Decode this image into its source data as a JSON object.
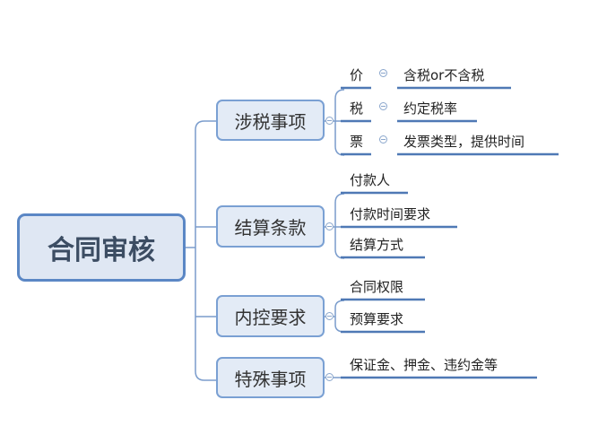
{
  "root": {
    "label": "合同审核"
  },
  "branches": [
    {
      "label": "涉税事项",
      "children": [
        {
          "label": "价",
          "value": "含税or不含税"
        },
        {
          "label": "税",
          "value": "约定税率"
        },
        {
          "label": "票",
          "value": "发票类型，提供时间"
        }
      ]
    },
    {
      "label": "结算条款",
      "children": [
        {
          "label": "付款人"
        },
        {
          "label": "付款时间要求"
        },
        {
          "label": "结算方式"
        }
      ]
    },
    {
      "label": "内控要求",
      "children": [
        {
          "label": "合同权限"
        },
        {
          "label": "预算要求"
        }
      ]
    },
    {
      "label": "特殊事项",
      "children": [
        {
          "label": "保证金、押金、违约金等"
        }
      ]
    }
  ],
  "colors": {
    "connector": "#7a9ccc",
    "underline": "#4f79b5",
    "node_border": "#7aa0d3",
    "root_border": "#5b87c5"
  }
}
